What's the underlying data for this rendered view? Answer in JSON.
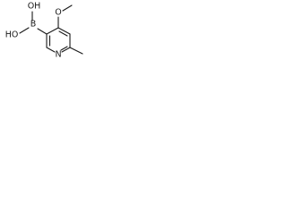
{
  "molecule": {
    "atoms": {
      "hydroxyl_top": "OH",
      "hydroxyl_bottom": "HO",
      "boron": "B",
      "methoxy_oxygen": "O",
      "ring_nitrogen": "N"
    }
  }
}
